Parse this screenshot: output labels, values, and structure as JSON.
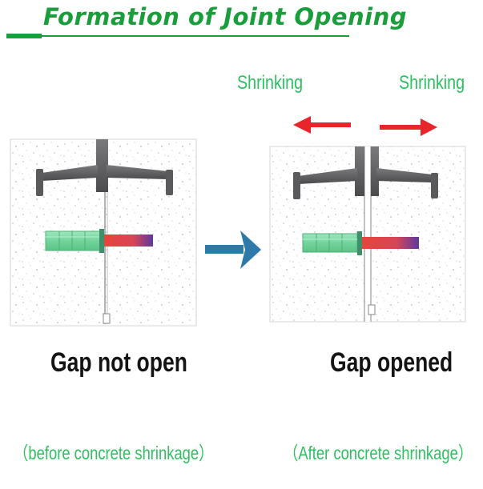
{
  "title": "Formation of Joint Opening",
  "left_panel": {
    "caption": "Gap not open",
    "note": "（before concrete shrinkage）"
  },
  "right_panel": {
    "caption": "Gap opened",
    "note": "（After concrete shrinkage）",
    "shrink_left_label": "Shrinking",
    "shrink_right_label": "Shrinking"
  },
  "colors": {
    "title_green": "#1a9e3c",
    "label_green": "#2ec060",
    "shrink_arrow_red": "#e8252b",
    "transition_arrow_blue": "#2d7aa8",
    "dowel_sleeve_green": "#7fd9a5",
    "dowel_bar_red": "#e5423f",
    "anchor_grey": "#5e5e60"
  },
  "icons": {
    "shrink_left": "arrow-left-icon",
    "shrink_right": "arrow-right-icon",
    "transition": "arrow-right-icon"
  }
}
